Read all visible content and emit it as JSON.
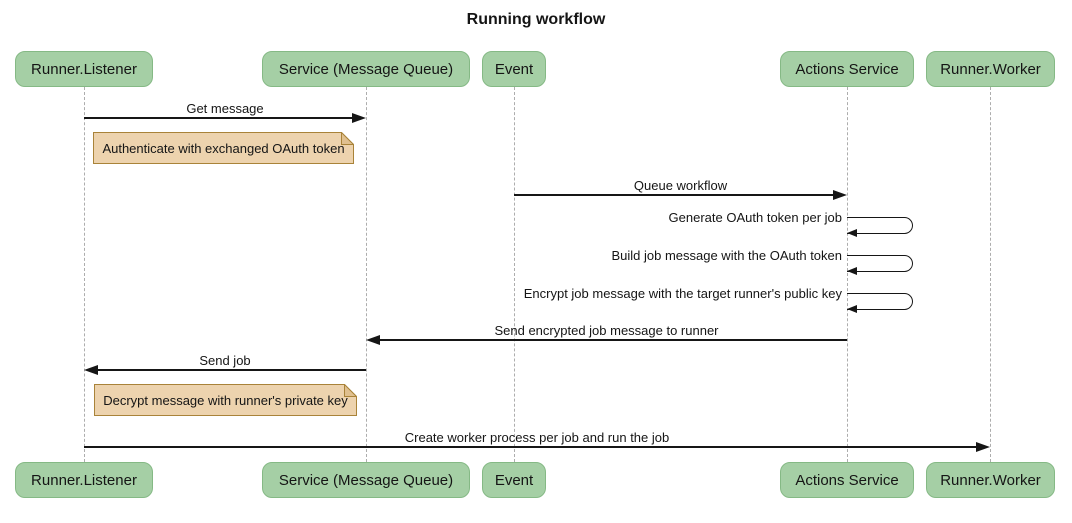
{
  "title": "Running workflow",
  "colors": {
    "actor_fill": "#a5cfa5",
    "actor_border": "#85b985",
    "note_fill": "#edd3ae",
    "note_fold": "#e0c08f",
    "note_border": "#a98339",
    "line": "#161616",
    "text": "#151515",
    "lifeline": "#adadad",
    "background": "#ffffff"
  },
  "actors": [
    {
      "id": "runner-listener",
      "label": "Runner.Listener"
    },
    {
      "id": "service-message-queue",
      "label": "Service (Message Queue)"
    },
    {
      "id": "event",
      "label": "Event"
    },
    {
      "id": "actions-service",
      "label": "Actions Service"
    },
    {
      "id": "runner-worker",
      "label": "Runner.Worker"
    }
  ],
  "messages": [
    {
      "type": "message",
      "from": "Runner.Listener",
      "to": "Service (Message Queue)",
      "label": "Get message"
    },
    {
      "type": "note",
      "over": "Runner.Listener",
      "label": "Authenticate with exchanged OAuth token"
    },
    {
      "type": "message",
      "from": "Event",
      "to": "Actions Service",
      "label": "Queue workflow"
    },
    {
      "type": "self",
      "actor": "Actions Service",
      "label": "Generate OAuth token per job"
    },
    {
      "type": "self",
      "actor": "Actions Service",
      "label": "Build job message with the OAuth token"
    },
    {
      "type": "self",
      "actor": "Actions Service",
      "label": "Encrypt job message with the target runner's public key"
    },
    {
      "type": "message",
      "from": "Actions Service",
      "to": "Service (Message Queue)",
      "label": "Send encrypted job message to runner"
    },
    {
      "type": "message",
      "from": "Service (Message Queue)",
      "to": "Runner.Listener",
      "label": "Send job"
    },
    {
      "type": "note",
      "over": "Runner.Listener",
      "label": "Decrypt message with runner's private key"
    },
    {
      "type": "message",
      "from": "Runner.Listener",
      "to": "Runner.Worker",
      "label": "Create worker process per job and run the job"
    }
  ]
}
